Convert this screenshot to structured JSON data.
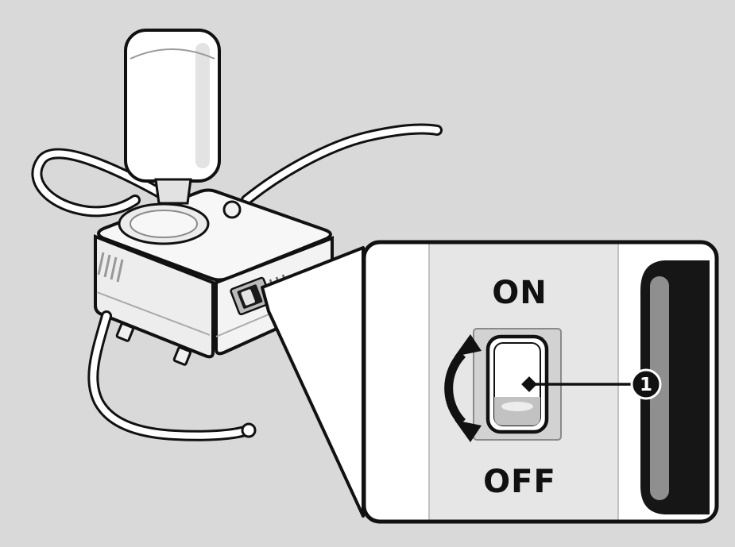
{
  "figure": {
    "callout": {
      "on_label": "ON",
      "off_label": "OFF",
      "marker_number": "1"
    },
    "colors": {
      "background": "#d9d9d9",
      "line": "#111111",
      "panel_fill": "#ffffff",
      "face_fill": "#e6e6e6",
      "dark_housing": "#161616",
      "badge_fill": "#111111",
      "badge_text": "#ffffff"
    },
    "icons": {
      "toggle_arrow": "curved-double-arrow-icon",
      "marker": "diamond-pointer-icon"
    }
  }
}
